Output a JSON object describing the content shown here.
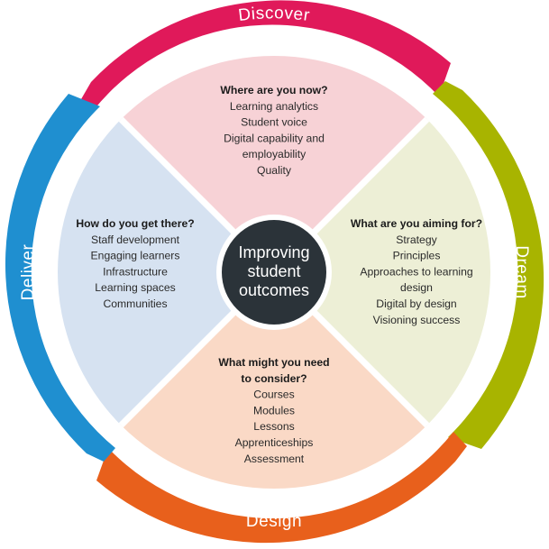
{
  "ring": {
    "discover": {
      "label": "Discover",
      "color": "#e0195a"
    },
    "dream": {
      "label": "Dream",
      "color": "#a8b400"
    },
    "design": {
      "label": "Design",
      "color": "#e8601c"
    },
    "deliver": {
      "label": "Deliver",
      "color": "#1f8fd0"
    }
  },
  "center": {
    "lines": [
      "Improving",
      "student",
      "outcomes"
    ],
    "color": "#2b3339"
  },
  "quadrants": {
    "top": {
      "color": "#f7d2d6",
      "title": [
        "Where are you now?"
      ],
      "items": [
        "Learning analytics",
        "Student voice",
        "Digital capability and",
        "employability",
        "Quality"
      ]
    },
    "right": {
      "color": "#edefd6",
      "title": [
        "What are you aiming for?"
      ],
      "items": [
        "Strategy",
        "Principles",
        "Approaches to learning",
        "design",
        "Digital by design",
        "Visioning success"
      ]
    },
    "bottom": {
      "color": "#fad9c6",
      "title": [
        "What might you need",
        "to consider?"
      ],
      "items": [
        "Courses",
        "Modules",
        "Lessons",
        "Apprenticeships",
        "Assessment"
      ]
    },
    "left": {
      "color": "#d6e2f1",
      "title": [
        "How do you get there?"
      ],
      "items": [
        "Staff development",
        "Engaging learners",
        "Infrastructure",
        "Learning spaces",
        "Communities"
      ]
    }
  }
}
